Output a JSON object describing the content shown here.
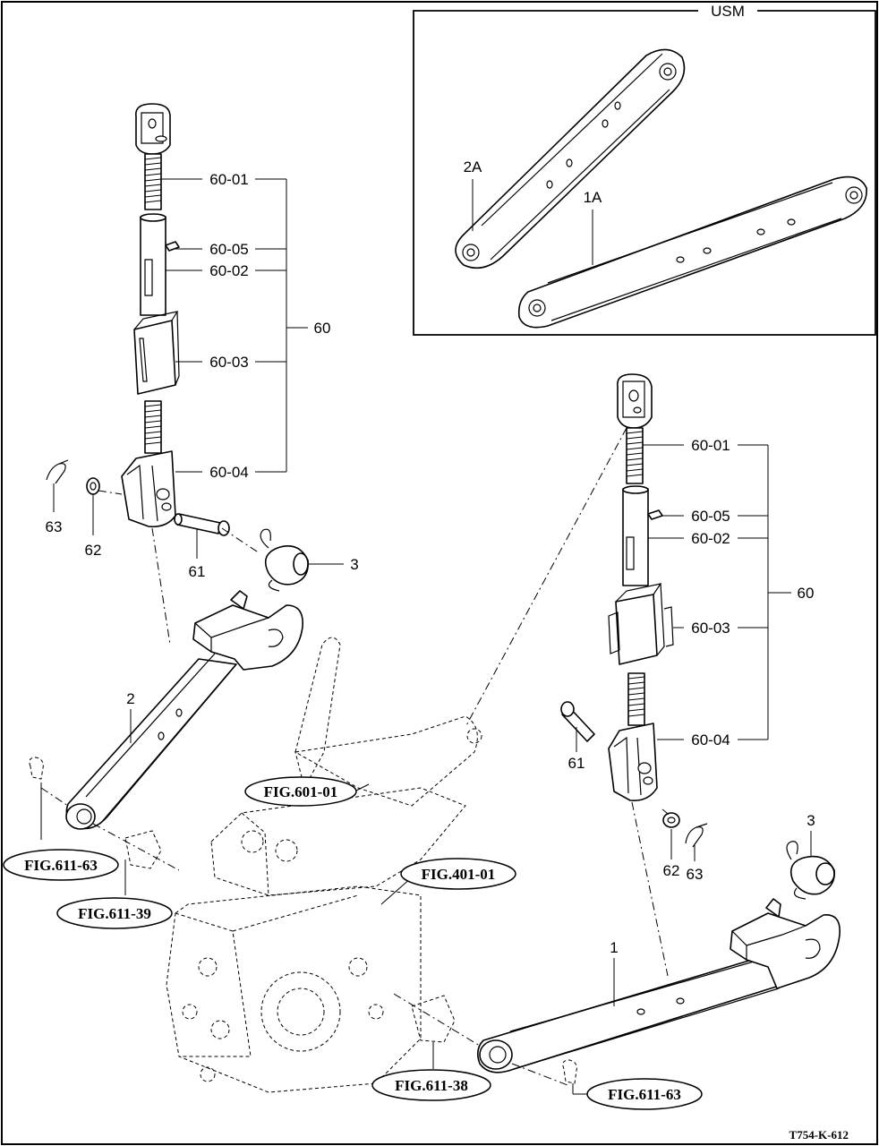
{
  "inset": {
    "title": "USM",
    "labels": {
      "link_2a": "2A",
      "link_1a": "1A"
    }
  },
  "callouts": {
    "left": {
      "p60_01": "60-01",
      "p60_05": "60-05",
      "p60_02": "60-02",
      "p60_03": "60-03",
      "p60_04": "60-04",
      "p60": "60",
      "p63": "63",
      "p62": "62",
      "p61": "61",
      "p3": "3"
    },
    "right": {
      "p60_01": "60-01",
      "p60_05": "60-05",
      "p60_02": "60-02",
      "p60_03": "60-03",
      "p60_04": "60-04",
      "p60": "60",
      "p61": "61",
      "p62": "62",
      "p63": "63",
      "p3": "3"
    },
    "link_2": "2",
    "link_1": "1"
  },
  "figure_refs": {
    "fig_601_01": "FIG.601-01",
    "fig_611_63_left": "FIG.611-63",
    "fig_611_39": "FIG.611-39",
    "fig_401_01": "FIG.401-01",
    "fig_611_38": "FIG.611-38",
    "fig_611_63_right": "FIG.611-63"
  },
  "drawing_code": "T754-K-612"
}
